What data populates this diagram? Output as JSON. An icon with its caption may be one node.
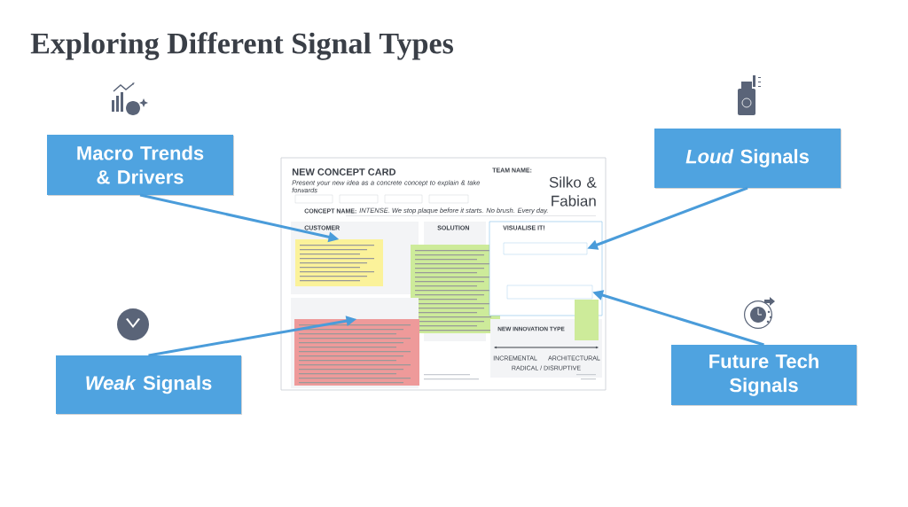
{
  "diagram": {
    "title": "Exploring Different Signal Types",
    "nodes": [
      {
        "text": [
          "Macro Trends & Drivers"
        ]
      },
      {
        "text": [
          "*Loud* Signals"
        ]
      },
      {
        "text": [
          "*Weak* Signals"
        ]
      },
      {
        "text": [
          "Future Tech Signals"
        ]
      },
      {
        "text": [
          "NEW CONCEPT CARD",
          "Present your new idea as a concrete concept to explain & take forwards",
          "TEAM NAME:",
          "Silko & Fabian",
          "CONCEPT NAME:",
          "INTENSE. We stop plaque before it starts. No brush. Every day."
        ]
      },
      {
        "text": [
          "CUSTOMER"
        ],
        "in": 4
      },
      {
        "text": [],
        "shape": "box",
        "in": 5
      },
      {
        "text": [
          "SOLUTION"
        ],
        "in": 4
      },
      {
        "text": [],
        "shape": "box",
        "in": 4
      },
      {
        "text": [
          "VISUALISE IT!"
        ],
        "in": 4
      },
      {
        "text": [],
        "shape": "box",
        "in": 9
      },
      {
        "text": [],
        "shape": "box",
        "in": 9
      },
      {
        "text": [],
        "shape": "box",
        "in": 4
      },
      {
        "text": [],
        "shape": "box",
        "in": 12
      },
      {
        "text": [
          "NEW INNOVATION TYPE",
          "INCREMENTAL",
          "RADICAL / DISRUPTIVE",
          "ARCHITECTURAL"
        ],
        "in": 4
      }
    ],
    "edges": [
      {
        "from": 0,
        "to": 6,
        "arrow": "to"
      },
      {
        "from": 1,
        "to": 10,
        "arrow": "to"
      },
      {
        "from": 2,
        "to": 13,
        "arrow": "to"
      },
      {
        "from": 3,
        "to": 11,
        "arrow": "to"
      }
    ]
  }
}
